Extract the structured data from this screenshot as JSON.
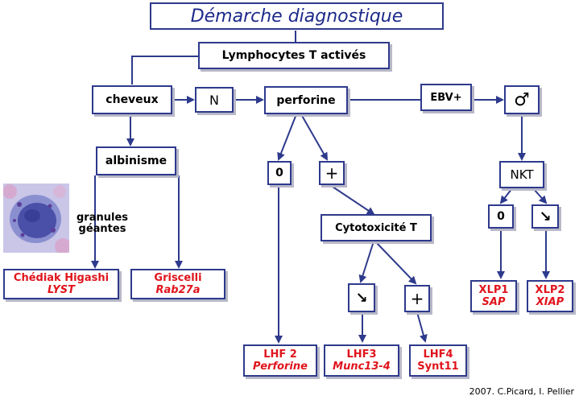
{
  "title": "Démarche diagnostique",
  "nodes": {
    "lymphocytes": "Lymphocytes T activés",
    "cheveux": "cheveux",
    "n": "N",
    "perforine": "perforine",
    "ebv": "EBV+",
    "male": "♂",
    "albinisme": "albinisme",
    "zero_perf": "0",
    "plus_perf": "+",
    "cytotox": "Cytotoxicité T",
    "down_cyto": "↘",
    "plus_cyto": "+",
    "nkt": "NKT",
    "zero_nkt": "0",
    "down_nkt": "↘"
  },
  "labels": {
    "granules_line1": "granules",
    "granules_line2": "géantes"
  },
  "diseases": {
    "chediak": {
      "name": "Chédiak Higashi",
      "gene": "LYST"
    },
    "griscelli": {
      "name": "Griscelli",
      "gene": "Rab27a"
    },
    "lhf2": {
      "name": "LHF 2",
      "gene": "Perforine"
    },
    "lhf3": {
      "name": "LHF3",
      "gene": "Munc13-4"
    },
    "lhf4": {
      "name": "LHF4",
      "gene": "Synt11"
    },
    "xlp1": {
      "name": "XLP1",
      "gene": "SAP"
    },
    "xlp2": {
      "name": "XLP2",
      "gene": "XIAP"
    }
  },
  "credit": "2007. C.Picard, I. Pellier",
  "colors": {
    "line": "#2e3a8c",
    "disease": "#e0141c",
    "title": "#1d2a8a"
  }
}
